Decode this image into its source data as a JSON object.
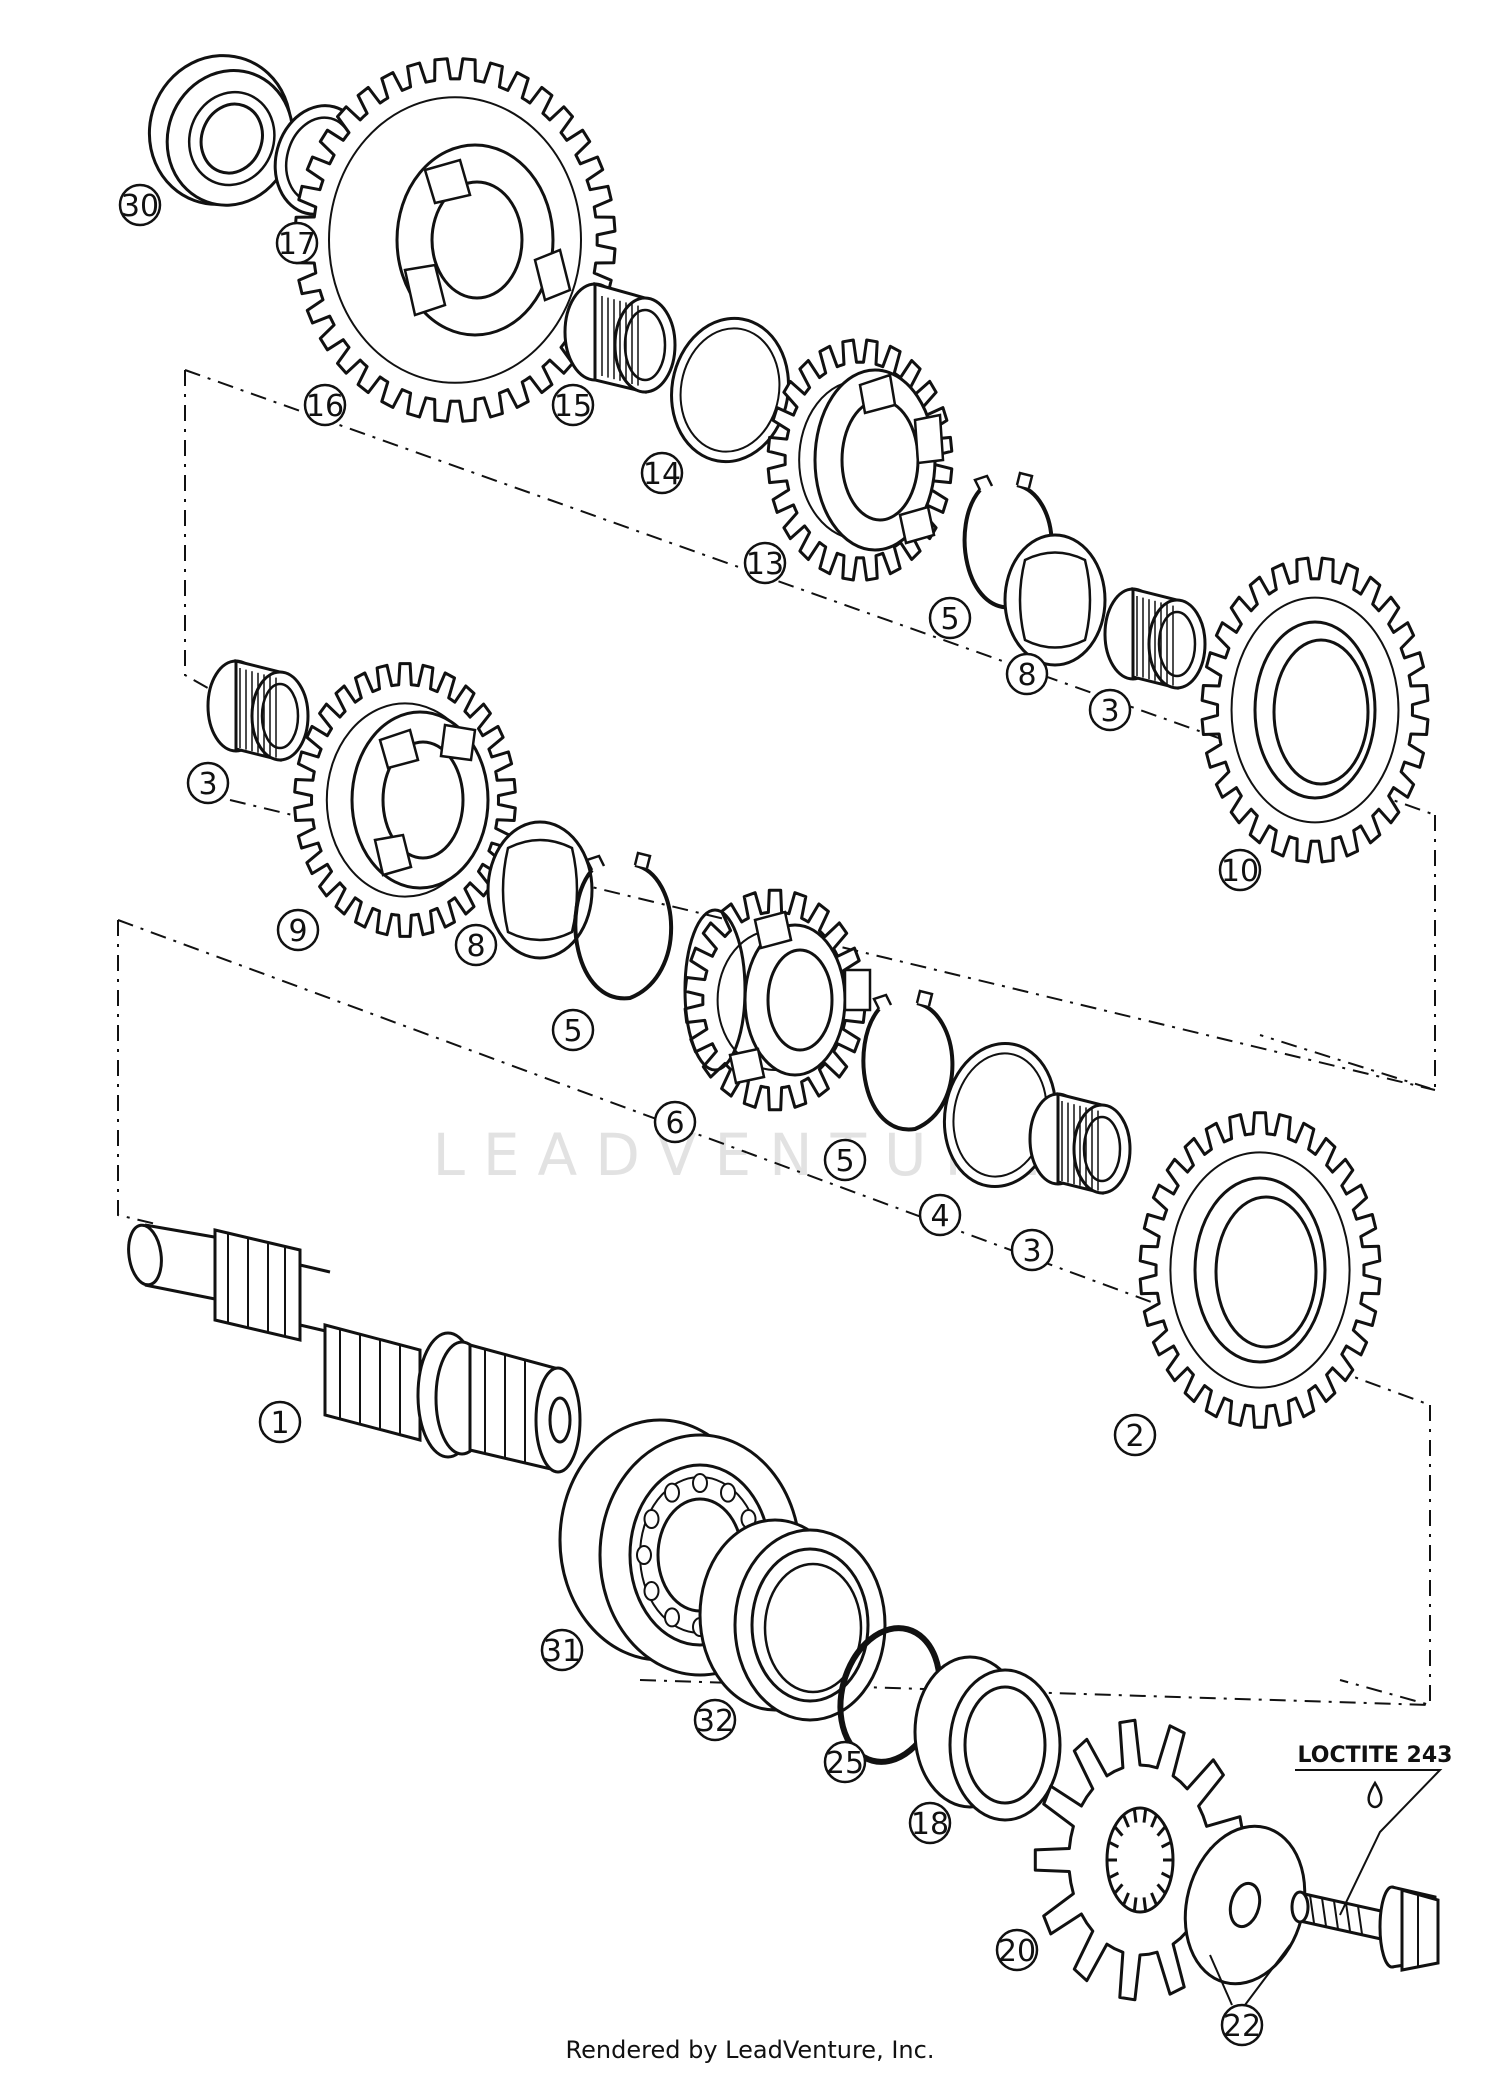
{
  "callouts": {
    "n30": "30",
    "n17": "17",
    "n16": "16",
    "n15": "15",
    "n14": "14",
    "n13": "13",
    "n5a": "5",
    "n8a": "8",
    "n3a": "3",
    "n10": "10",
    "n3b": "3",
    "n9": "9",
    "n8b": "8",
    "n5b": "5",
    "n6": "6",
    "n5c": "5",
    "n4": "4",
    "n3c": "3",
    "n2": "2",
    "n1": "1",
    "n31": "31",
    "n32": "32",
    "n25": "25",
    "n18": "18",
    "n20": "20",
    "n22": "22"
  },
  "annotation": {
    "loctite": "LOCTITE 243"
  },
  "watermark": "LEADVENTURE",
  "footer": "Rendered by LeadVenture, Inc.",
  "colors": {
    "line": "#111111",
    "watermark": "#e2e2e2",
    "background": "#ffffff"
  }
}
